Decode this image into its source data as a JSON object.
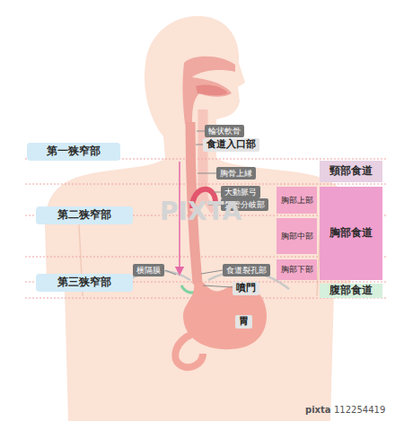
{
  "diagram": {
    "nodes": [
      {
        "text": [
          "第一狭窄部"
        ]
      },
      {
        "text": [
          "輪状軟骨"
        ]
      },
      {
        "text": [
          "食道入口部"
        ]
      },
      {
        "text": [
          "頸部食道"
        ]
      },
      {
        "text": [
          "胸骨上縁"
        ]
      },
      {
        "text": [
          "大動脈弓"
        ]
      },
      {
        "text": [
          "胸部上部"
        ]
      },
      {
        "text": [
          "胸部食道"
        ]
      },
      {
        "text": [
          "気管分岐部"
        ]
      },
      {
        "text": [
          "第二狭窄部"
        ]
      },
      {
        "text": [
          "胸部中部"
        ]
      },
      {
        "text": [
          "胸部下部"
        ]
      },
      {
        "text": [
          "横隔膜"
        ]
      },
      {
        "text": [
          "食道裂孔部"
        ]
      },
      {
        "text": [
          "第三狭窄部"
        ]
      },
      {
        "text": [
          "噴門"
        ]
      },
      {
        "text": [
          "腹部食道"
        ]
      },
      {
        "text": [
          "胃"
        ]
      }
    ],
    "labels": [
      "PIXTA",
      "pixta",
      "112254419"
    ]
  }
}
